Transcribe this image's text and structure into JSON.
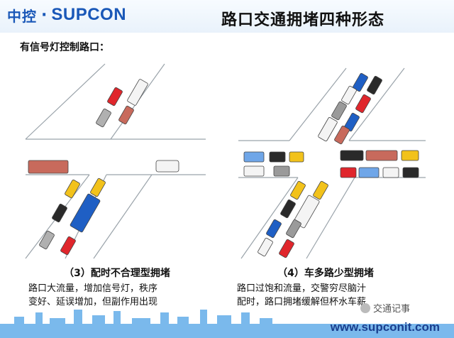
{
  "header": {
    "logo_cn": "中控",
    "logo_sep": "·",
    "logo_en": "SUPCON",
    "title": "路口交通拥堵四种形态"
  },
  "subtitle": "有信号灯控制路口：",
  "panels": [
    {
      "heading": "（3）配时不合理型拥堵",
      "line1": "路口大流量，增加信号灯，秩序",
      "line2": "变好、延误增加，但副作用出现"
    },
    {
      "heading": "（4）车多路少型拥堵",
      "line1": "路口过饱和流量，交警穷尽脑汁",
      "line2": "配时，路口拥堵缓解但杯水车薪"
    }
  ],
  "watermark": "交通记事",
  "url": "www.supconit.com",
  "colors": {
    "red": "#e0262c",
    "blue": "#1f5fc4",
    "yellow": "#f2c21b",
    "white": "#f4f4f4",
    "gray": "#9a9a9a",
    "black": "#2a2a2a",
    "bus_red": "#c86a5c",
    "logo_blue": "#1a58b8",
    "skyline": "#5aa8e8"
  }
}
